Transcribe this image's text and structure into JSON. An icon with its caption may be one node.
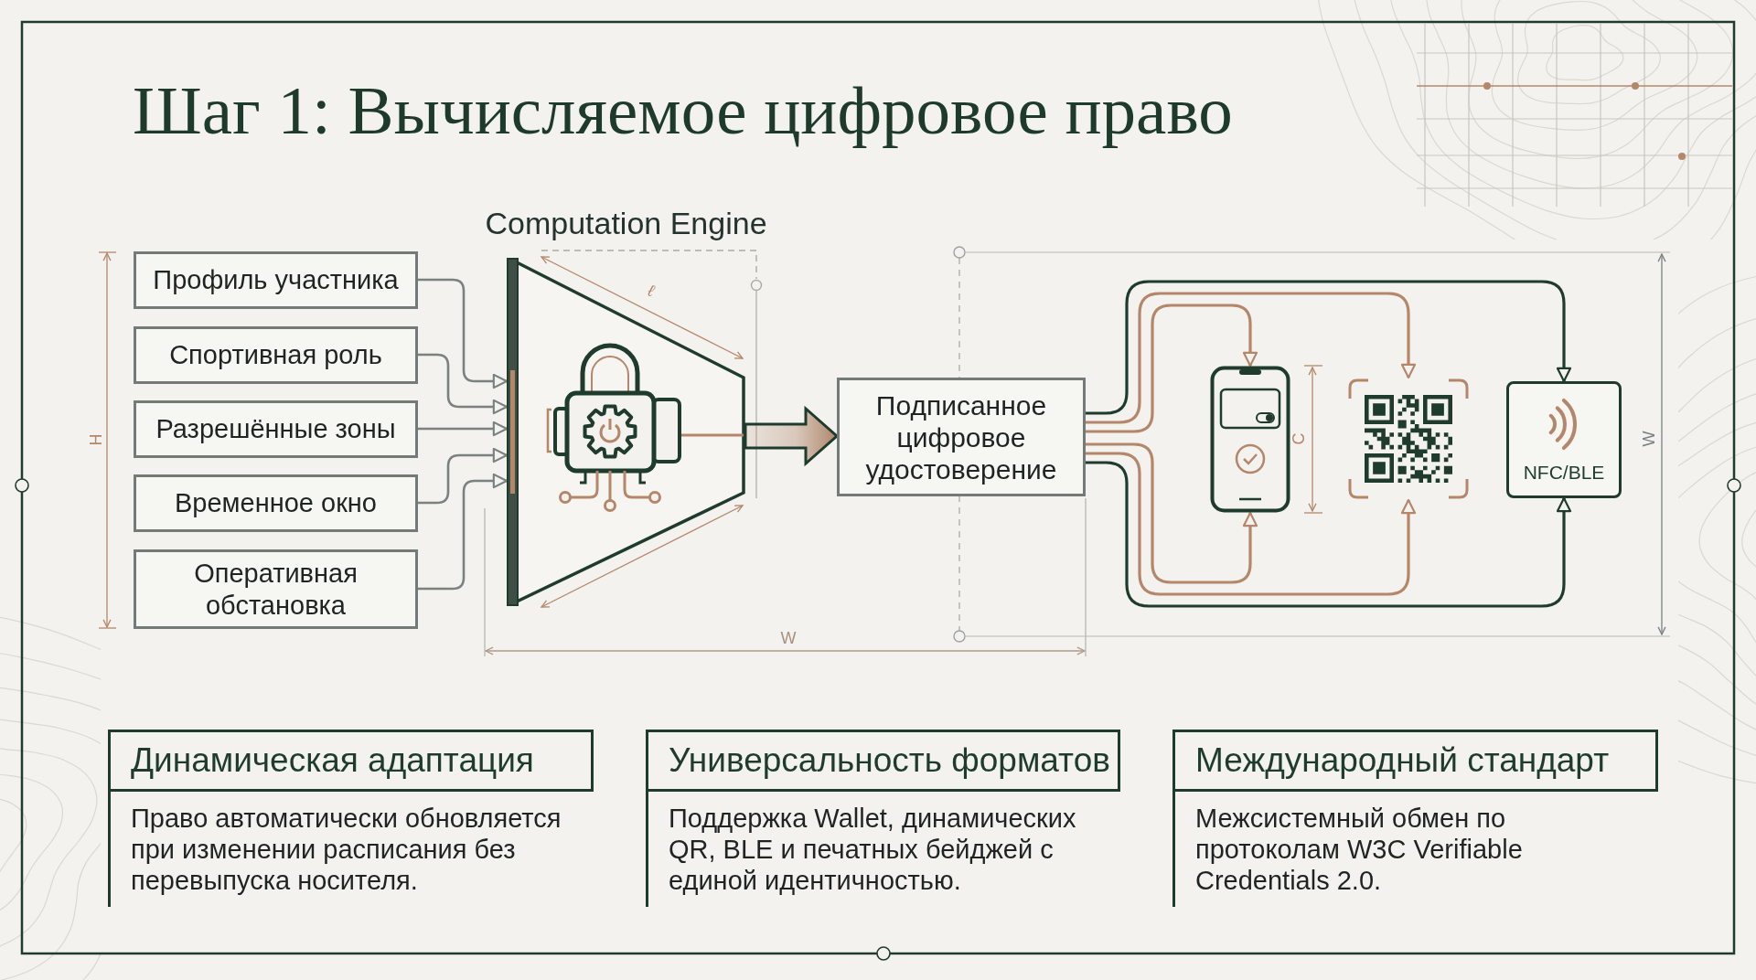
{
  "diagram": {
    "title": "Шаг 1: Вычисляемое цифровое право",
    "nodes": [
      {
        "text": [
          "Профиль участника"
        ]
      },
      {
        "text": [
          "Спортивная роль"
        ]
      },
      {
        "text": [
          "Разрешённые зоны"
        ]
      },
      {
        "text": [
          "Временное окно"
        ]
      },
      {
        "text": [
          "Оперативная обстановка"
        ]
      },
      {
        "text": [
          "Computation Engine"
        ]
      },
      {
        "text": [
          "Подписанное цифровое удостоверение"
        ]
      },
      {
        "text": [],
        "shape": "picture"
      },
      {
        "text": [],
        "shape": "picture"
      },
      {
        "text": [
          "NFC/BLE"
        ]
      },
      {
        "text": [
          "Динамическая адаптация",
          "Право автоматически обновляется при изменении расписания без перевыпуска носителя."
        ]
      },
      {
        "text": [
          "Универсальность форматов",
          "Поддержка Wallet, динамических QR, BLE и печатных бейджей с единой идентичностью."
        ]
      },
      {
        "text": [
          "Международный стандарт",
          "Межсистемный обмен по протоколам W3C Verifiable Credentials 2.0."
        ]
      }
    ],
    "edges": [
      {
        "from": 0,
        "to": 5,
        "arrow": "to"
      },
      {
        "from": 1,
        "to": 5,
        "arrow": "to"
      },
      {
        "from": 2,
        "to": 5,
        "arrow": "to"
      },
      {
        "from": 3,
        "to": 5,
        "arrow": "to"
      },
      {
        "from": 4,
        "to": 5,
        "arrow": "to"
      },
      {
        "from": 5,
        "to": 6,
        "arrow": "to",
        "style": "thick",
        "color": "#a97b5d"
      },
      {
        "from": 6,
        "to": 7,
        "arrow": "to",
        "color": "#b4876a"
      },
      {
        "from": 6,
        "to": 7,
        "arrow": "to",
        "color": "#b4876a"
      },
      {
        "from": 6,
        "to": 8,
        "arrow": "to",
        "color": "#b4876a"
      },
      {
        "from": 6,
        "to": 8,
        "arrow": "to",
        "color": "#b4876a"
      },
      {
        "from": 6,
        "to": 9,
        "arrow": "to",
        "color": "#1e3b2c"
      },
      {
        "from": 6,
        "to": 9,
        "arrow": "to",
        "color": "#1e3b2c"
      }
    ],
    "labels": [
      "H",
      "ℓ",
      "W",
      "C",
      "W"
    ]
  }
}
